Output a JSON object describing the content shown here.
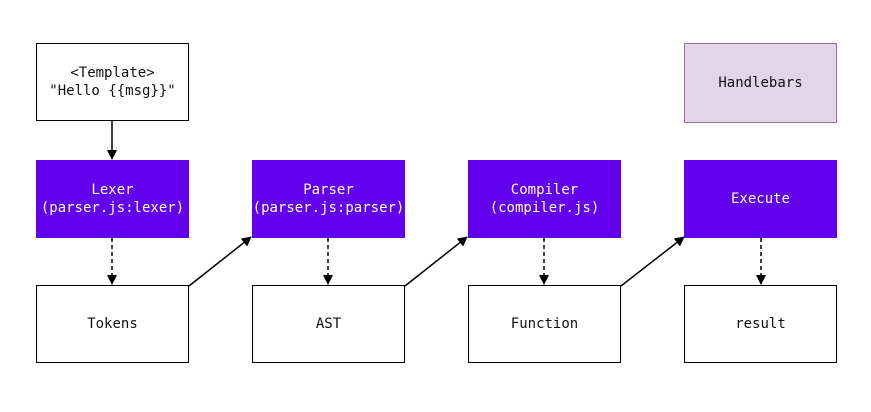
{
  "template": {
    "line1": "<Template>",
    "line2": "\"Hello {{msg}}\""
  },
  "legend": {
    "label": "Handlebars"
  },
  "stages": [
    {
      "line1": "Lexer",
      "line2": "(parser.js:lexer)"
    },
    {
      "line1": "Parser",
      "line2": "(parser.js:parser)"
    },
    {
      "line1": "Compiler",
      "line2": "(compiler.js)"
    },
    {
      "line1": "Execute",
      "line2": ""
    }
  ],
  "outputs": [
    {
      "label": "Tokens"
    },
    {
      "label": "AST"
    },
    {
      "label": "Function"
    },
    {
      "label": "result"
    }
  ],
  "colors": {
    "stage_fill": "#6200ee",
    "legend_fill": "#e1d5e7",
    "legend_border": "#9673a6",
    "stroke": "#000000"
  }
}
